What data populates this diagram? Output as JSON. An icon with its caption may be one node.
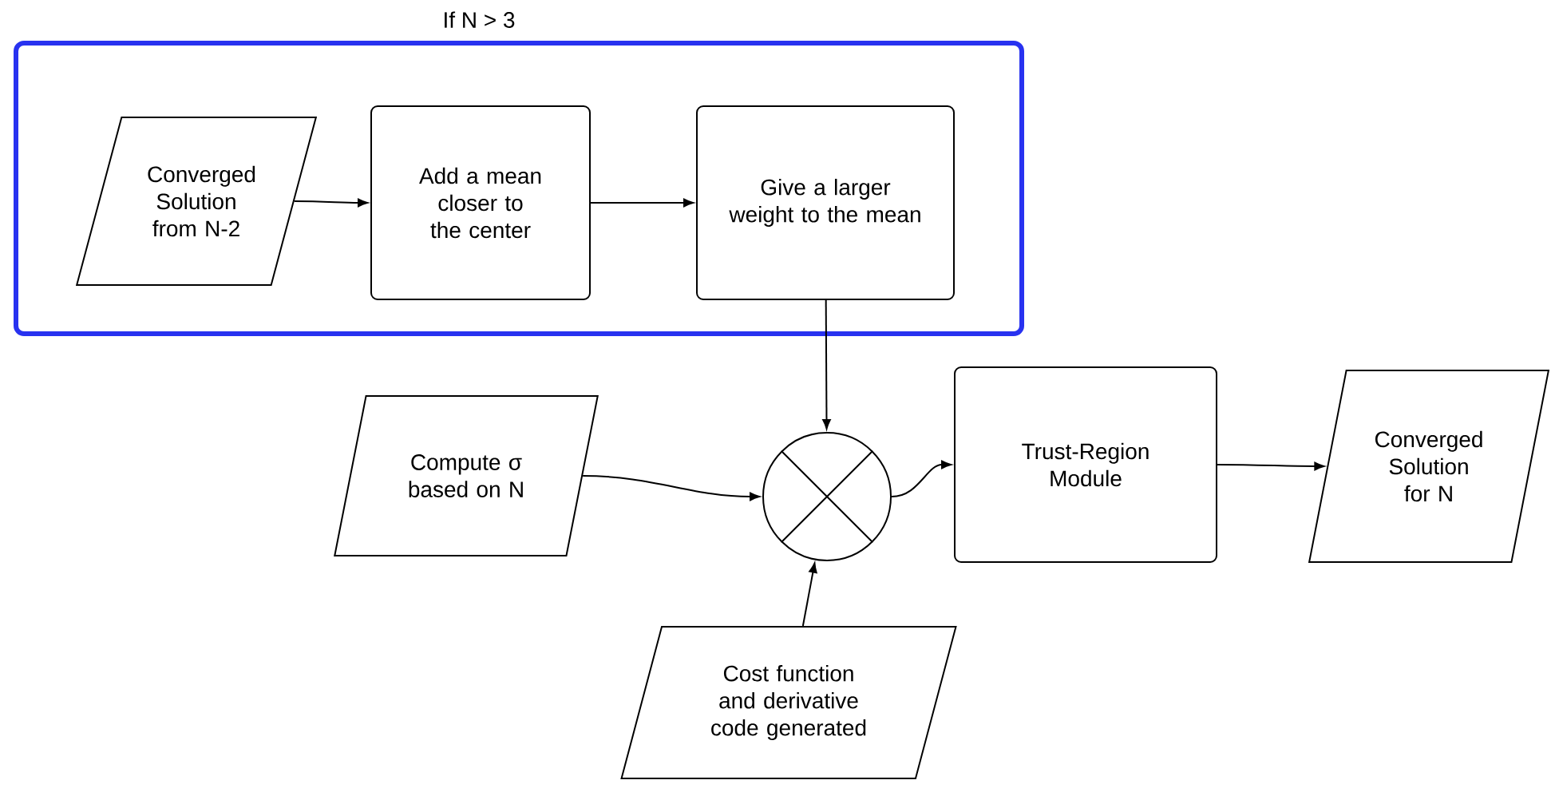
{
  "diagram": {
    "nodes": [
      {
        "text": [
          "If N > 3"
        ]
      },
      {
        "text": [
          "Converged Solution from N-2"
        ],
        "in": 0
      },
      {
        "text": [
          "Add a mean closer to the center"
        ],
        "in": 0
      },
      {
        "text": [
          "Give a larger weight to the mean"
        ],
        "in": 0
      },
      {
        "text": [
          "Compute σ based on N"
        ]
      },
      {
        "text": [],
        "shape": "circle"
      },
      {
        "text": [
          "Trust-Region Module"
        ]
      },
      {
        "text": [
          "Converged Solution for N"
        ]
      },
      {
        "text": [
          "Cost function and derivative code generated"
        ]
      }
    ],
    "edges": [
      {
        "from": 1,
        "to": 2,
        "arrow": "to"
      },
      {
        "from": 2,
        "to": 3,
        "arrow": "to"
      },
      {
        "from": 3,
        "to": 5,
        "arrow": "to"
      },
      {
        "from": 4,
        "to": 5,
        "arrow": "to"
      },
      {
        "from": 8,
        "to": 5,
        "arrow": "to"
      },
      {
        "from": 5,
        "to": 6,
        "arrow": "to"
      },
      {
        "from": 6,
        "to": 7,
        "arrow": "to"
      }
    ]
  }
}
